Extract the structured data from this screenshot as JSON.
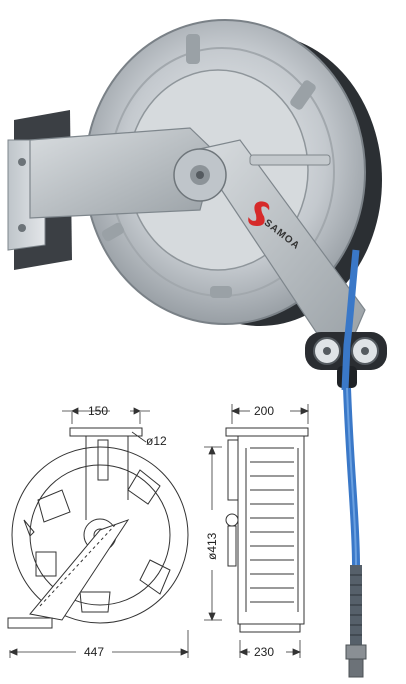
{
  "product": {
    "brand": "SAMOA",
    "colors": {
      "hose": "#3a78c8",
      "logo": "#d62a2a",
      "steel": "#c9ced3"
    }
  },
  "drawing": {
    "dims": {
      "mount_width": "150",
      "hole_diameter": "ø12",
      "drum_diameter": "ø413",
      "total_width": "447",
      "side_depth": "200",
      "drum_depth": "230"
    }
  }
}
